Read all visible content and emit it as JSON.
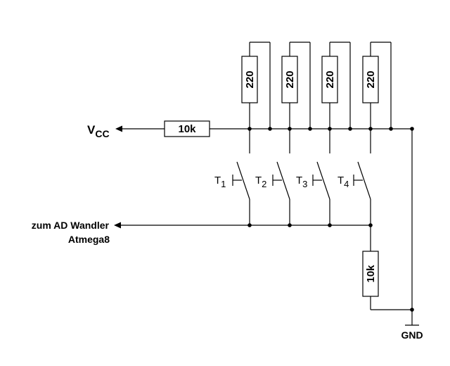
{
  "labels": {
    "vcc_main": "V",
    "vcc_sub": "CC",
    "r_pullup": "10k",
    "r_led": "220",
    "r_ground": "10k",
    "output_line1": "zum AD Wandler",
    "output_line2": "Atmega8",
    "gnd": "GND"
  },
  "switches": [
    {
      "main": "T",
      "sub": "1"
    },
    {
      "main": "T",
      "sub": "2"
    },
    {
      "main": "T",
      "sub": "3"
    },
    {
      "main": "T",
      "sub": "4"
    }
  ],
  "colors": {
    "line": "#000000",
    "background": "#ffffff"
  }
}
